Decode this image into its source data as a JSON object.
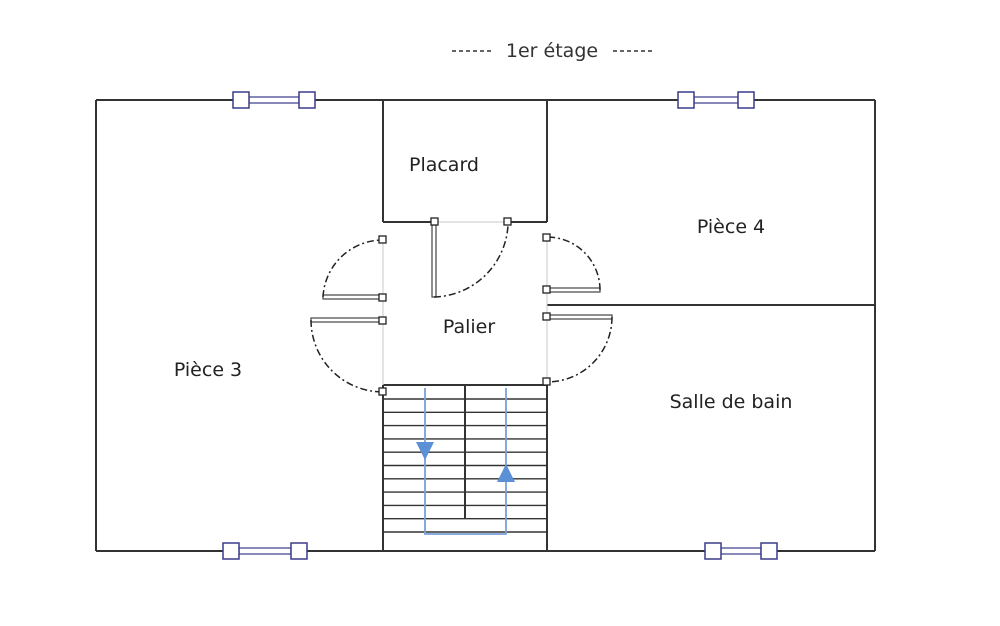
{
  "title": "1er étage",
  "rooms": {
    "placard": "Placard",
    "piece4": "Pièce 4",
    "palier": "Palier",
    "piece3": "Pièce 3",
    "salle_de_bain": "Salle de bain"
  },
  "colors": {
    "walls": "#333333",
    "windows": "#3a3a8a",
    "stair_flow": "#5b8fd6"
  },
  "icons": [
    "window-icon",
    "door-swing-icon",
    "stair-arrow-icon"
  ]
}
